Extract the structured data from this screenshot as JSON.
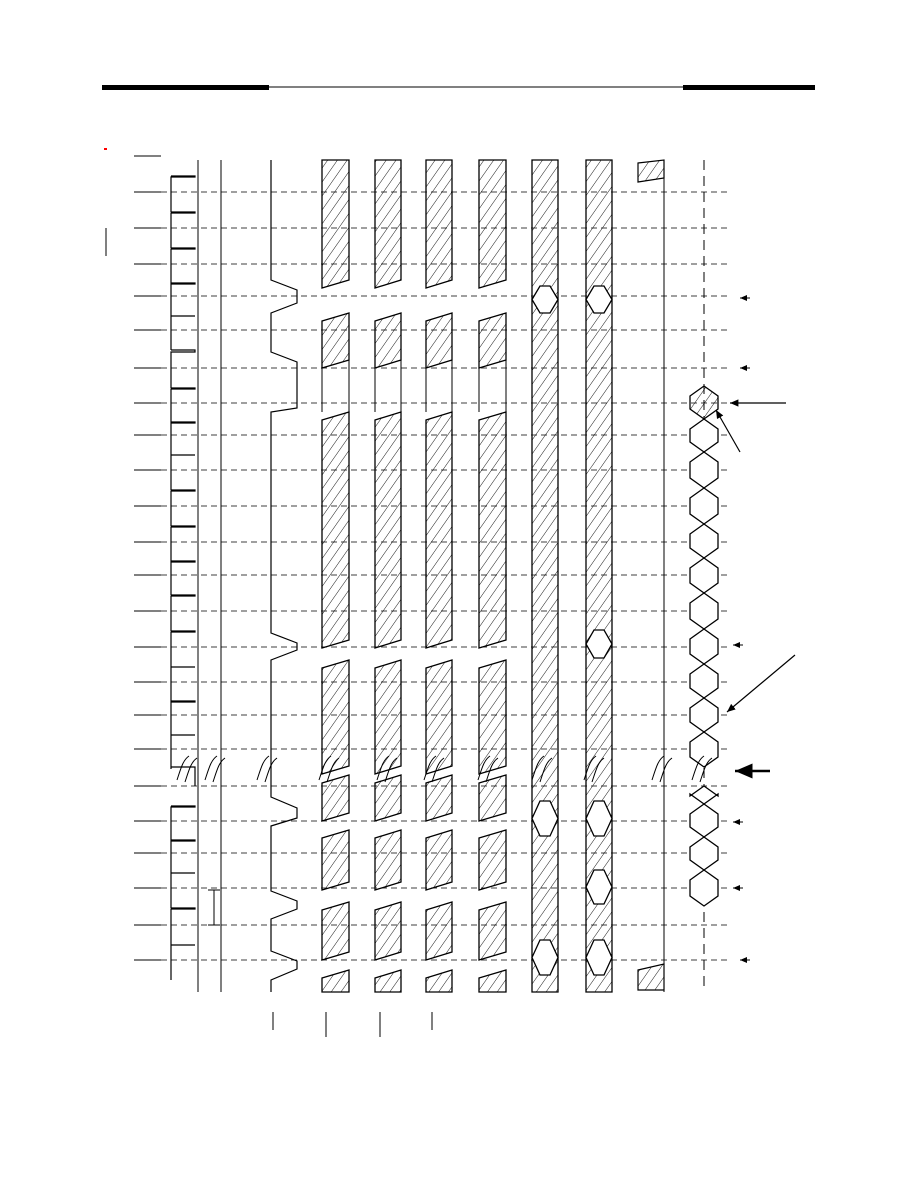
{
  "page": {
    "title": "",
    "background": "#ffffff",
    "ink": "#000000",
    "mark_color": "#ff0000"
  },
  "diagram": {
    "type": "timing-diagram",
    "signals": [
      {
        "name": "",
        "kind": "clock"
      },
      {
        "name": "",
        "kind": "static"
      },
      {
        "name": "",
        "kind": "control"
      },
      {
        "name": "",
        "kind": "hatched-bus"
      },
      {
        "name": "",
        "kind": "hatched-bus"
      },
      {
        "name": "",
        "kind": "hatched-bus"
      },
      {
        "name": "",
        "kind": "hatched-bus"
      },
      {
        "name": "",
        "kind": "data-bus"
      },
      {
        "name": "",
        "kind": "data-bus"
      },
      {
        "name": "",
        "kind": "static"
      },
      {
        "name": "",
        "kind": "data-bus"
      }
    ],
    "clock_periods": 23,
    "time_break": "after period 17",
    "labels": []
  }
}
